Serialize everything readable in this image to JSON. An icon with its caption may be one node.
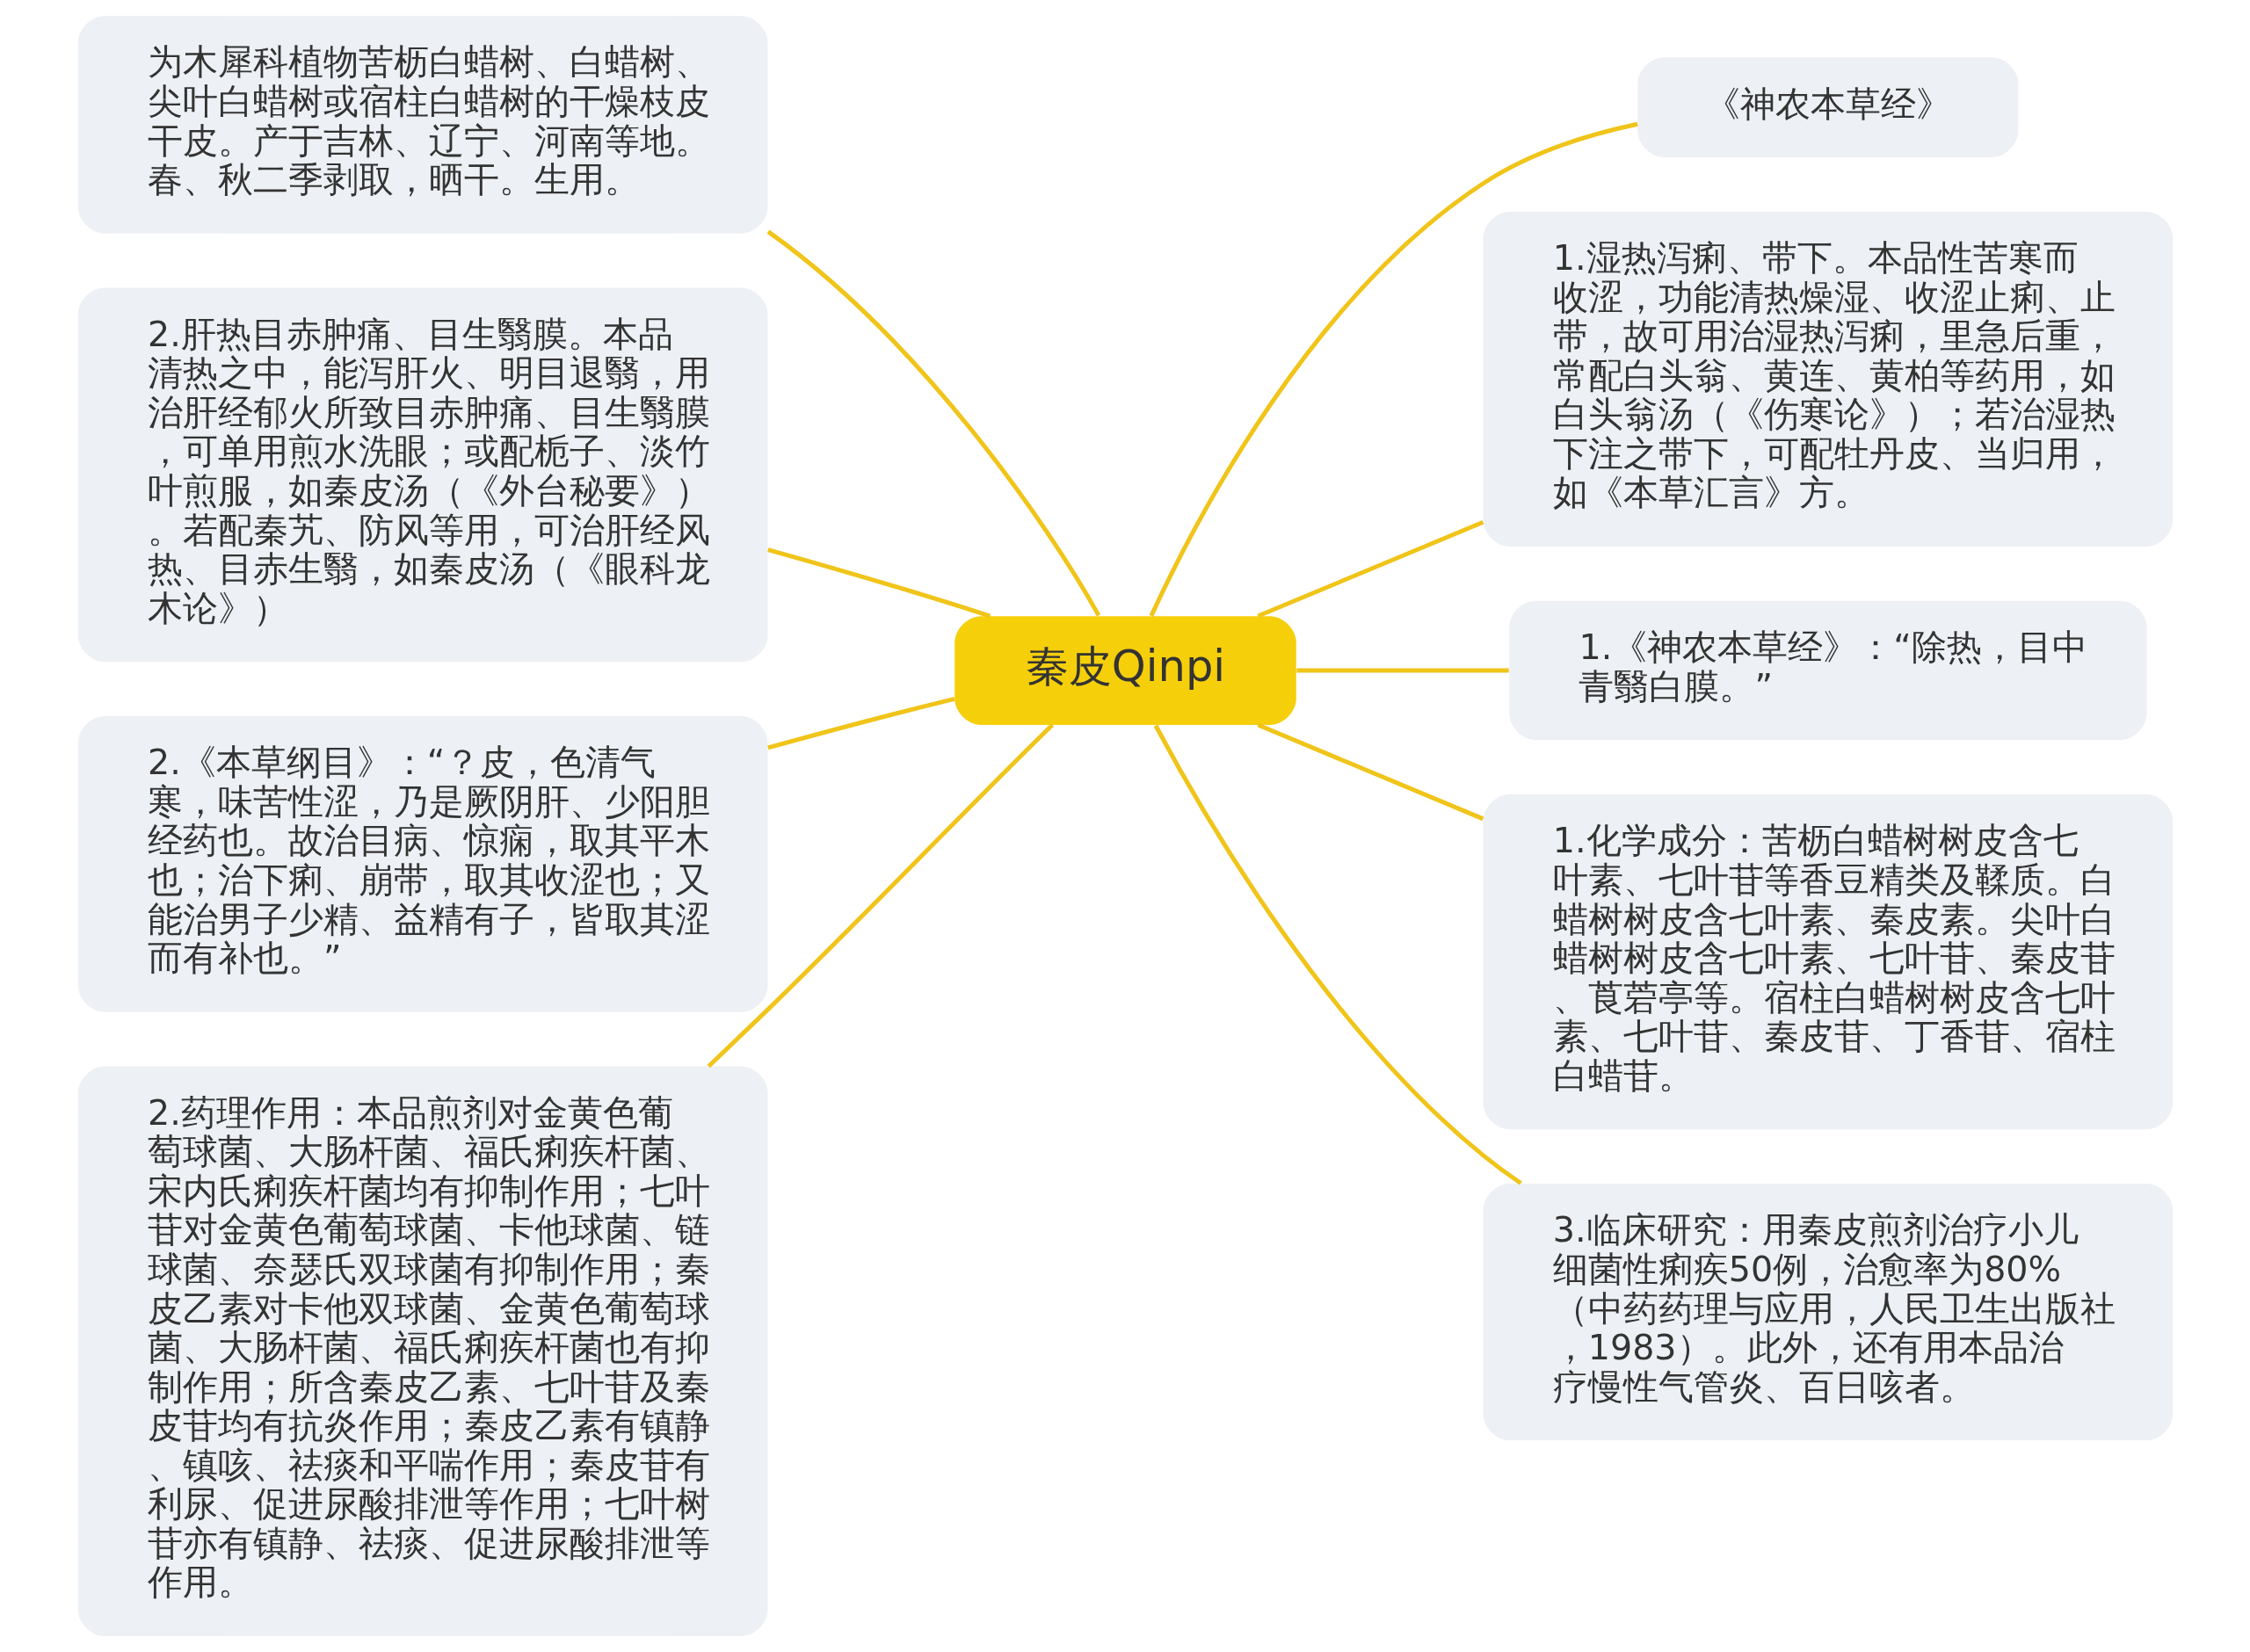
{
  "diagram": {
    "nodes": [
      {
        "text": [
          "秦皮Qinpi"
        ]
      },
      {
        "text": [
          "为木犀科植物苦枥白蜡树、白蜡树、尖叶白蜡树或宿柱白蜡树的干燥枝皮干皮。产于吉林、辽宁、河南等地。春、秋二季剥取，晒干。生用。"
        ]
      },
      {
        "text": [
          "2.肝热目赤肿痛、目生翳膜。本品清热之中，能泻肝火、明目退翳，用治肝经郁火所致目赤肿痛、目生翳膜，可单用煎水洗眼；或配栀子、淡竹叶煎服，如秦皮汤（《外台秘要》）。若配秦艽、防风等用，可治肝经风热、目赤生翳，如秦皮汤（《眼科龙木论》）"
        ]
      },
      {
        "text": [
          "2.《本草纲目》：“？皮，色清气寒，味苦性涩，乃是厥阴肝、少阳胆经药也。故治目病、惊痫，取其平木也；治下痢、崩带，取其收涩也；又能治男子少精、益精有子，皆取其涩而有补也。”"
        ]
      },
      {
        "text": [
          "2.药理作用：本品煎剂对金黄色葡萄球菌、大肠杆菌、福氏痢疾杆菌、宋内氏痢疾杆菌均有抑制作用；七叶苷对金黄色葡萄球菌、卡他球菌、链球菌、奈瑟氏双球菌有抑制作用；秦皮乙素对卡他双球菌、金黄色葡萄球菌、大肠杆菌、福氏痢疾杆菌也有抑制作用；所含秦皮乙素、七叶苷及秦皮苷均有抗炎作用；秦皮乙素有镇静、镇咳、祛痰和平喘作用；秦皮苷有利尿、促进尿酸排泄等作用；七叶树苷亦有镇静、祛痰、促进尿酸排泄等作用。"
        ]
      },
      {
        "text": [
          "《神农本草经》"
        ]
      },
      {
        "text": [
          "1.湿热泻痢、带下。本品性苦寒而收涩，功能清热燥湿、收涩止痢、止带，故可用治湿热泻痢，里急后重，常配白头翁、黄连、黄柏等药用，如白头翁汤（《伤寒论》）；若治湿热下注之带下，可配牡丹皮、当归用，如《本草汇言》方。"
        ]
      },
      {
        "text": [
          "1.《神农本草经》：“除热，目中青翳白膜。”"
        ]
      },
      {
        "text": [
          "1.化学成分：苦枥白蜡树树皮含七叶素、七叶苷等香豆精类及鞣质。白蜡树树皮含七叶素、秦皮素。尖叶白蜡树树皮含七叶素、七叶苷、秦皮苷、莨菪亭等。宿柱白蜡树树皮含七叶素、七叶苷、秦皮苷、丁香苷、宿柱白蜡苷。"
        ]
      },
      {
        "text": [
          "3.临床研究：用秦皮煎剂治疗小儿细菌性痢疾50例，治愈率为80%（中药药理与应用，人民卫生出版社，1983）。此外，还有用本品治疗慢性气管炎、百日咳者。"
        ]
      }
    ],
    "edges": [
      {
        "from": 0,
        "to": 1,
        "arrow": "none"
      },
      {
        "from": 0,
        "to": 2,
        "arrow": "none"
      },
      {
        "from": 0,
        "to": 3,
        "arrow": "none"
      },
      {
        "from": 0,
        "to": 4,
        "arrow": "none"
      },
      {
        "from": 0,
        "to": 5,
        "arrow": "none"
      },
      {
        "from": 0,
        "to": 6,
        "arrow": "none"
      },
      {
        "from": 0,
        "to": 7,
        "arrow": "none"
      },
      {
        "from": 0,
        "to": 8,
        "arrow": "none"
      },
      {
        "from": 0,
        "to": 9,
        "arrow": "none"
      }
    ]
  }
}
